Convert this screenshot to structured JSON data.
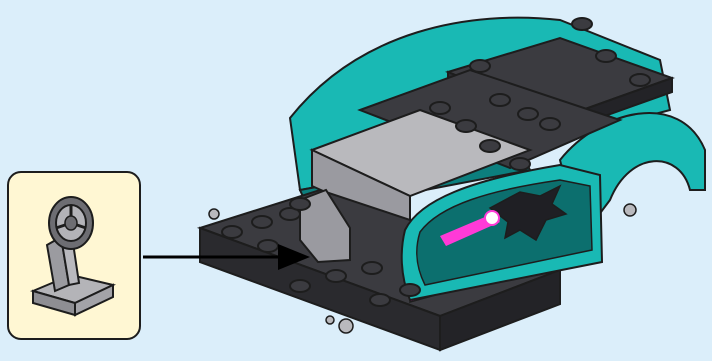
{
  "scene": {
    "background_color": "#dbeefa",
    "callout": {
      "part": "steering-wheel-on-stand",
      "part_icon": "steering-wheel-icon",
      "background_color": "#fff7d3"
    },
    "model": "car-chassis-build-step",
    "colors": {
      "teal": "#19b9b4",
      "teal_dark": "#0c7f7e",
      "black_brick": "#2a2a2e",
      "black_top": "#3b3b40",
      "grey_floor": "#b9b9bd",
      "grey_wall": "#9a9aa0",
      "magenta": "#b8188f",
      "pink_beam": "#ff3ad7"
    },
    "arrow_direction": "right"
  }
}
